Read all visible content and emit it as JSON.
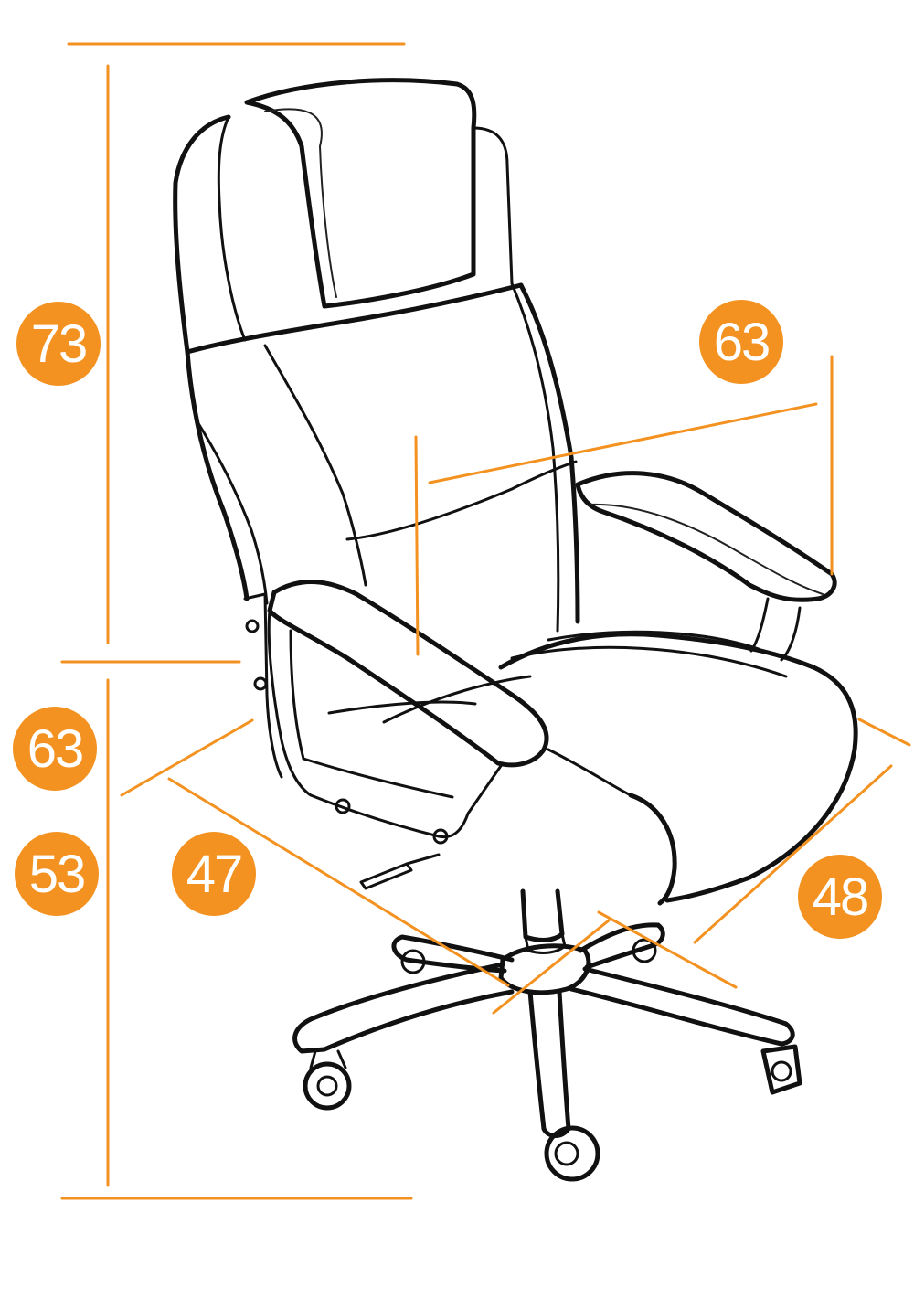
{
  "colors": {
    "accent": "#f39221",
    "line": "#111111",
    "background": "#ffffff",
    "badge_text": "#ffffff"
  },
  "dimensions": {
    "backrest_height": "73",
    "armrest_width": "63",
    "seat_height_max": "63",
    "seat_height_min": "53",
    "seat_width": "47",
    "seat_depth": "48"
  }
}
